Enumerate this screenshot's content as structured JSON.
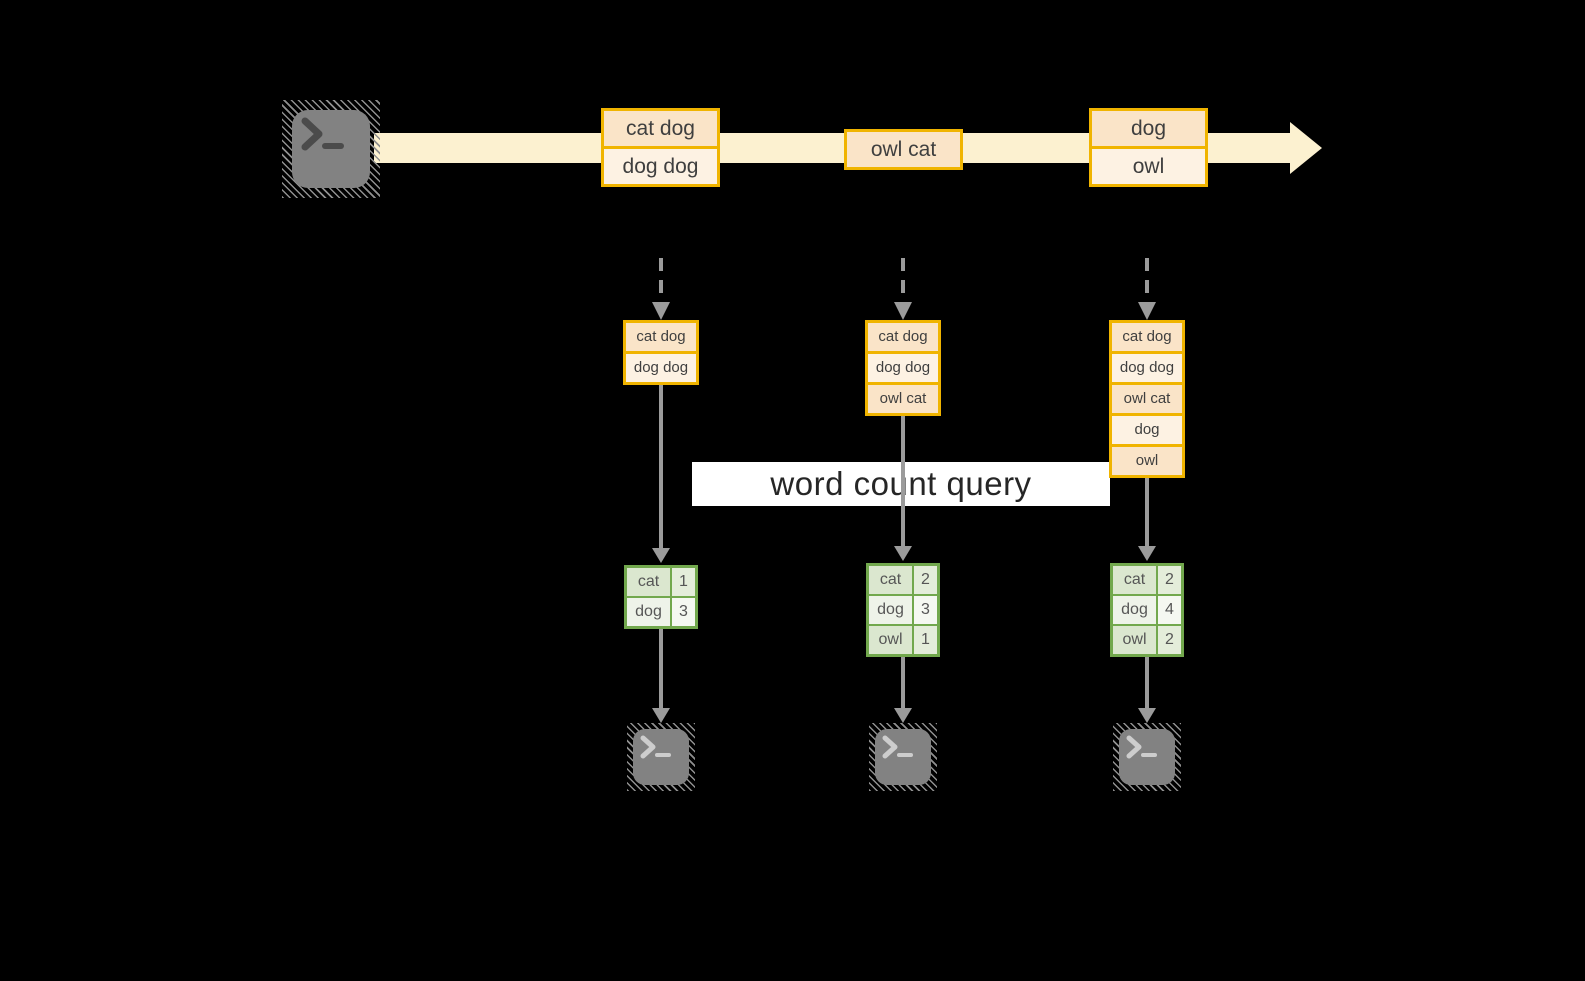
{
  "banner": {
    "label": "word count query"
  },
  "icons": {
    "source_terminal": "terminal-prompt-icon",
    "output_terminal": "terminal-prompt-icon"
  },
  "colors": {
    "background": "#000000",
    "stream_band": "#fcf1d0",
    "orange_border": "#f0b400",
    "orange_cell_dark": "#fae4c8",
    "orange_cell_light": "#fdf2e3",
    "green_border": "#72a84d",
    "green_cell_dark": "#dbe7cf",
    "green_cell_light": "#eef3e9",
    "arrow_gray": "#9b9b9b",
    "terminal_gray": "#828282",
    "banner_bg": "#ffffff"
  },
  "timeline": {
    "boxes": [
      {
        "cells": [
          "cat dog",
          "dog dog"
        ]
      },
      {
        "cells": [
          "owl cat"
        ]
      },
      {
        "cells": [
          "dog",
          "owl"
        ]
      }
    ]
  },
  "columns": [
    {
      "stack": [
        "cat dog",
        "dog dog"
      ],
      "table": [
        {
          "word": "cat",
          "count": "1"
        },
        {
          "word": "dog",
          "count": "3"
        }
      ]
    },
    {
      "stack": [
        "cat dog",
        "dog dog",
        "owl cat"
      ],
      "table": [
        {
          "word": "cat",
          "count": "2"
        },
        {
          "word": "dog",
          "count": "3"
        },
        {
          "word": "owl",
          "count": "1"
        }
      ]
    },
    {
      "stack": [
        "cat dog",
        "dog dog",
        "owl cat",
        "dog",
        "owl"
      ],
      "table": [
        {
          "word": "cat",
          "count": "2"
        },
        {
          "word": "dog",
          "count": "4"
        },
        {
          "word": "owl",
          "count": "2"
        }
      ]
    }
  ]
}
